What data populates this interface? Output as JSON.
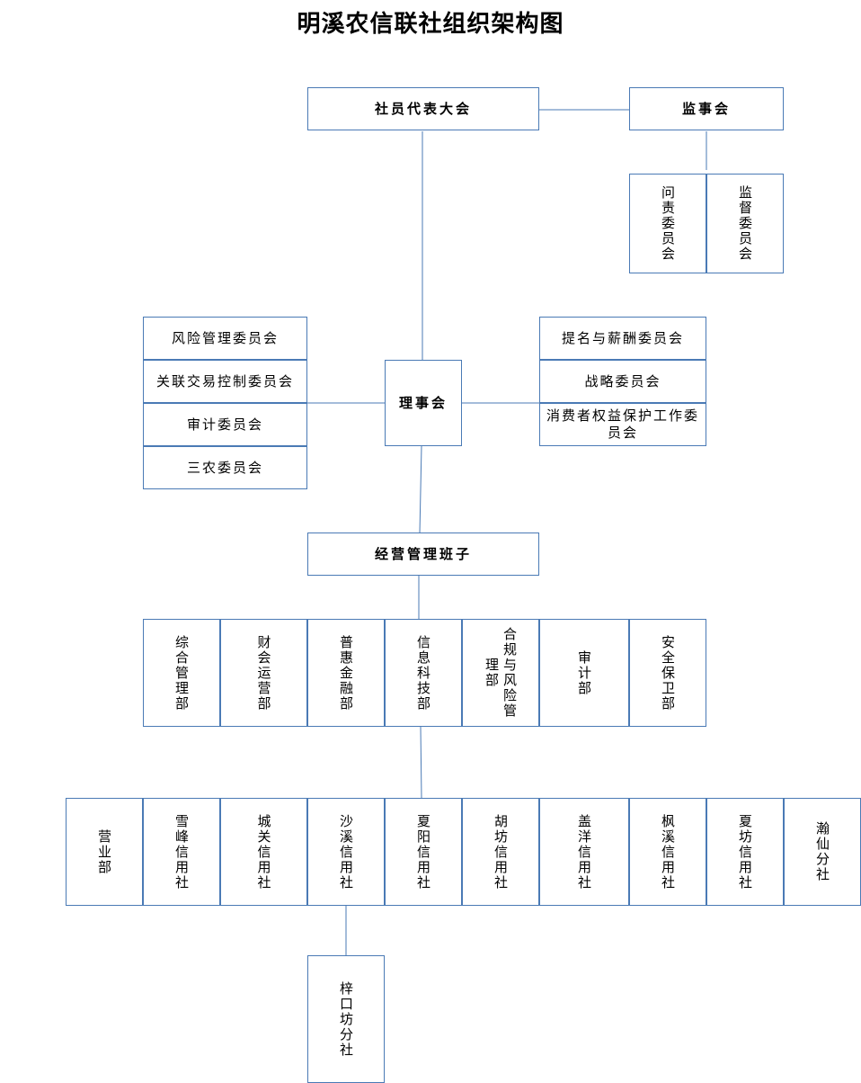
{
  "title": "明溪农信联社组织架构图",
  "top": {
    "assembly": "社员代表大会",
    "supervisory_board": "监事会"
  },
  "supervisory_committees": [
    "问责委员会",
    "监督委员会"
  ],
  "board": "理事会",
  "board_left_committees": [
    "风险管理委员会",
    "关联交易控制委员会",
    "审计委员会",
    "三农委员会"
  ],
  "board_right_committees": [
    "提名与薪酬委员会",
    "战略委员会",
    "消费者权益保护工作委员会"
  ],
  "management": "经营管理班子",
  "departments": [
    "综合管理部",
    "财会运营部",
    "普惠金融部",
    "信息科技部",
    "合规与风险管理部",
    "审计部",
    "安全保卫部"
  ],
  "branches": [
    "营业部",
    "雪峰信用社",
    "城关信用社",
    "沙溪信用社",
    "夏阳信用社",
    "胡坊信用社",
    "盖洋信用社",
    "枫溪信用社",
    "夏坊信用社",
    "瀚仙分社"
  ],
  "sub_branch": "梓口坊分社"
}
